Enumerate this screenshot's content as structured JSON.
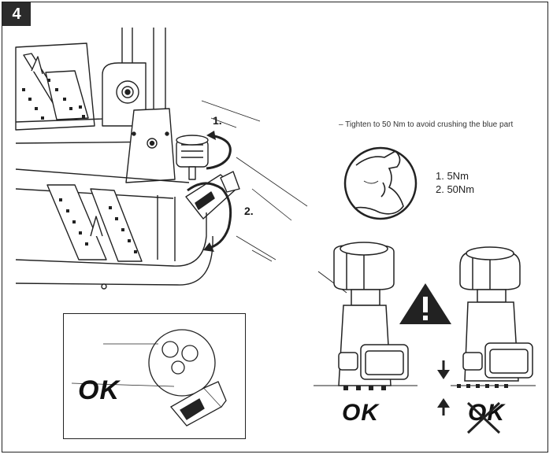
{
  "step": {
    "number": "4"
  },
  "callouts": {
    "step1": "1.",
    "step2": "2."
  },
  "instruction": {
    "text": "– Tighten to 50 Nm to avoid crushing the blue part"
  },
  "torque": {
    "items": [
      "1. 5Nm",
      "2. 50Nm"
    ]
  },
  "status": {
    "ok_inset": "OK",
    "ok_correct": "OK",
    "ok_wrong": "OK"
  },
  "icons": {
    "warning": "warning-triangle-icon",
    "arrow_down": "arrow-down-icon",
    "arrow_up": "arrow-up-icon",
    "strength": "flexed-arm-icon",
    "rotate": "rotation-arrow-icon"
  },
  "colors": {
    "line": "#222222",
    "badge": "#2b2b2b",
    "background": "#ffffff"
  }
}
